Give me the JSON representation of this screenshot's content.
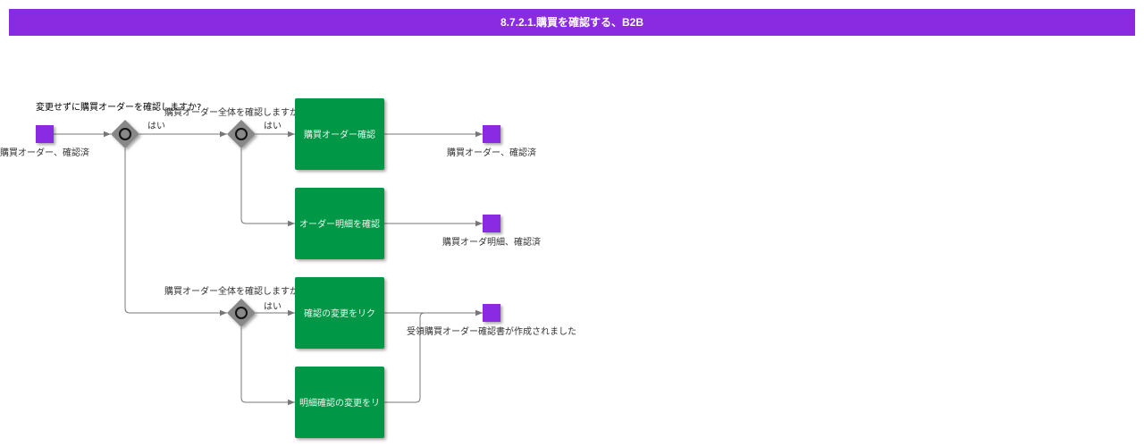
{
  "title": "8.7.2.1.購買を確認する、B2B",
  "colors": {
    "title_bar": "#8a2be2",
    "event": "#8a2be2",
    "task": "#009846",
    "gateway": "#888888",
    "connector": "#777777"
  },
  "events": {
    "start": "購買オーダー、確認済",
    "end_header_confirmed": "購買オーダー、確認済",
    "end_line_confirmed": "購買オーダ明細、確認済",
    "end_ack_created": "受領購買オーダー確認書が作成されました"
  },
  "gateways": {
    "g1_question": "変更せずに購買オーダーを確認しますか?",
    "g2_question": "購買オーダー全体を確認しますか?",
    "g3_question": "購買オーダー全体を確認しますか?"
  },
  "flow_labels": {
    "g1_yes": "はい",
    "g2_yes": "はい",
    "g3_yes": "はい"
  },
  "tasks": {
    "t1": "購買オーダー確認",
    "t2": "オーダー明細を確認",
    "t3": "確認の変更をリク",
    "t4": "明細確認の変更をリク"
  },
  "icons": {
    "gateway": "exclusive-gateway-icon",
    "event": "event-icon",
    "task": "task-icon"
  }
}
